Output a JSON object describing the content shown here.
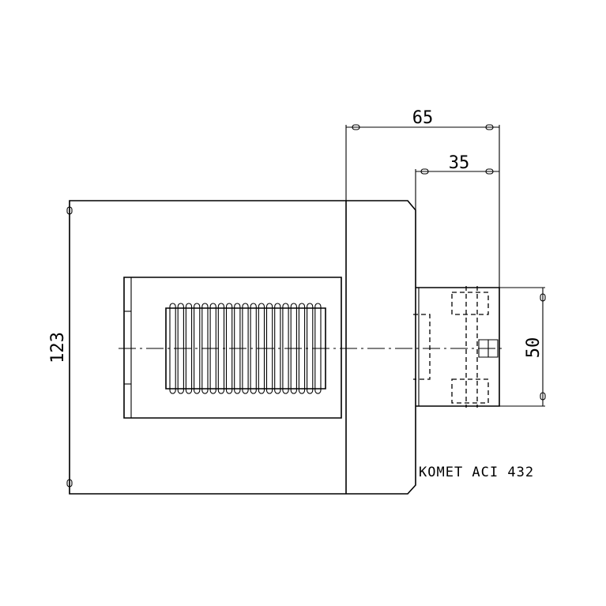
{
  "dimensions": {
    "top_overall": "65",
    "top_inner": "35",
    "left_height": "123",
    "right_height": "50"
  },
  "note": "KOMET ACI 432"
}
